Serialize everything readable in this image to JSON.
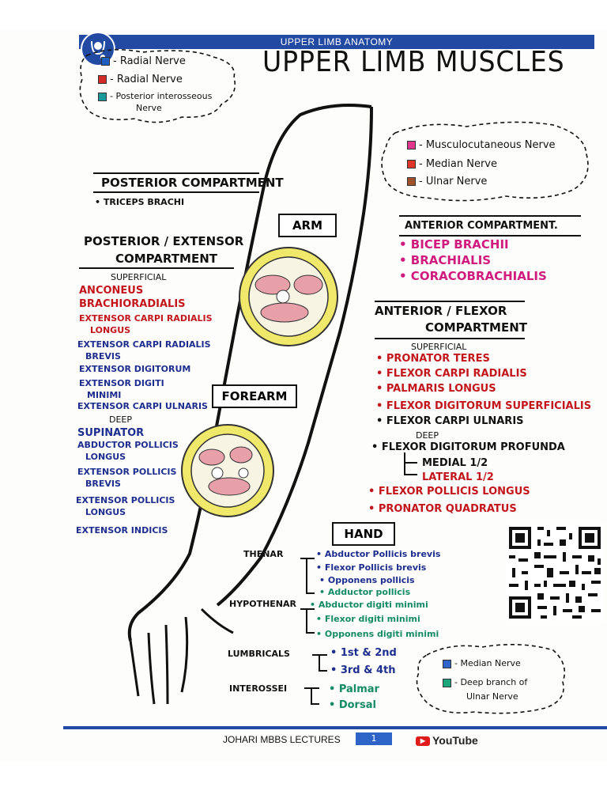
{
  "header": {
    "banner": "UPPER LIMB ANATOMY",
    "title": "UPPER LIMB MUSCLES"
  },
  "legend_top_left": [
    {
      "label": "- Radial Nerve",
      "color": "#1f5fbf"
    },
    {
      "label": "- Radial Nerve",
      "color": "#d42a2a"
    },
    {
      "label": "- Posterior interosseous",
      "color": "#1a9a9a"
    },
    {
      "label": "Nerve",
      "color": ""
    }
  ],
  "legend_top_right": [
    {
      "label": "- Musculocutaneous Nerve",
      "color": "#e0368c"
    },
    {
      "label": "- Median Nerve",
      "color": "#e0362a"
    },
    {
      "label": "- Ulnar Nerve",
      "color": "#a0522d"
    }
  ],
  "legend_bottom_right": [
    {
      "label": "- Median Nerve",
      "color": "#2e63c7"
    },
    {
      "label": "- Deep branch of",
      "color": "#1aa67a"
    },
    {
      "label": "Ulnar Nerve",
      "color": ""
    }
  ],
  "region_labels": {
    "arm": "ARM",
    "forearm": "FOREARM",
    "hand": "HAND"
  },
  "posterior_arm": {
    "heading": "POSTERIOR COMPARTMENT",
    "items": [
      "• TRICEPS BRACHI"
    ]
  },
  "posterior_forearm": {
    "heading_line1": "POSTERIOR / EXTENSOR",
    "heading_line2": "COMPARTMENT",
    "superficial_label": "SUPERFICIAL",
    "superficial": [
      "ANCONEUS",
      "BRACHIORADIALIS",
      "EXTENSOR CARPI RADIALIS",
      "LONGUS",
      "EXTENSOR CARPI RADIALIS",
      "BREVIS",
      "EXTENSOR DIGITORUM",
      "EXTENSOR DIGITI",
      "MINIMI",
      "EXTENSOR CARPI ULNARIS"
    ],
    "deep_label": "DEEP",
    "deep": [
      "SUPINATOR",
      "ABDUCTOR POLLICIS",
      "LONGUS",
      "EXTENSOR POLLICIS",
      "BREVIS",
      "EXTENSOR POLLICIS",
      "LONGUS",
      "EXTENSOR INDICIS"
    ]
  },
  "anterior_arm": {
    "heading": "ANTERIOR COMPARTMENT.",
    "items": [
      "• BICEP BRACHII",
      "• BRACHIALIS",
      "• CORACOBRACHIALIS"
    ]
  },
  "anterior_forearm": {
    "heading_line1": "ANTERIOR / FLEXOR",
    "heading_line2": "COMPARTMENT",
    "superficial_label": "SUPERFICIAL",
    "superficial": [
      "• PRONATOR TERES",
      "• FLEXOR CARPI RADIALIS",
      "• PALMARIS LONGUS",
      "• FLEXOR DIGITORUM SUPERFICIALIS",
      "• FLEXOR CARPI ULNARIS"
    ],
    "deep_label": "DEEP",
    "deep_main": "• FLEXOR DIGITORUM PROFUNDA",
    "deep_medial": "MEDIAL 1/2",
    "deep_lateral": "LATERAL 1/2",
    "deep_other": [
      "• FLEXOR POLLICIS LONGUS",
      "• PRONATOR QUADRATUS"
    ]
  },
  "hand": {
    "thenar_label": "THENAR",
    "thenar": [
      "• Abductor Pollicis brevis",
      "• Flexor Pollicis brevis",
      "• Opponens pollicis",
      "• Adductor pollicis"
    ],
    "hypothenar_label": "HYPOTHENAR",
    "hypothenar": [
      "• Abductor digiti minimi",
      "• Flexor digiti minimi",
      "• Opponens digiti minimi"
    ],
    "lumbricals_label": "LUMBRICALS",
    "lumbricals": [
      "• 1st & 2nd",
      "• 3rd & 4th"
    ],
    "interossei_label": "INTEROSSEI",
    "interossei": [
      "• Palmar",
      "• Dorsal"
    ]
  },
  "footer": {
    "text": "JOHARI MBBS LECTURES",
    "page": "1",
    "youtube": "YouTube"
  }
}
